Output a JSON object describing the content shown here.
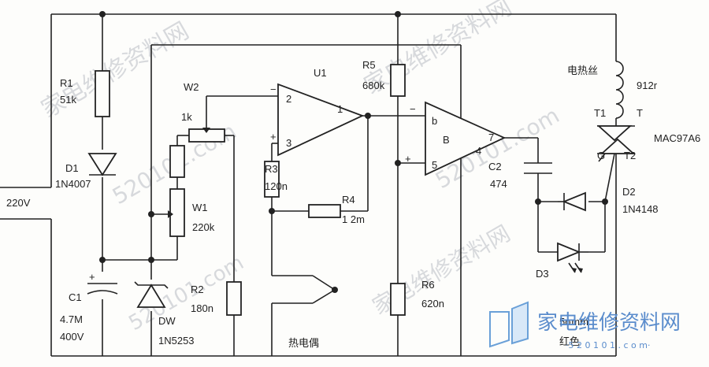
{
  "supply": {
    "voltage": "220V"
  },
  "components": {
    "R1": {
      "ref": "R1",
      "value": "51k"
    },
    "D1": {
      "ref": "D1",
      "value": "1N4007"
    },
    "C1": {
      "ref": "C1",
      "value1": "4.7M",
      "value2": "400V"
    },
    "DW": {
      "ref": "DW",
      "value": "1N5253"
    },
    "W2": {
      "ref": "W2",
      "value": "1k"
    },
    "W1": {
      "ref": "W1",
      "value": "220k"
    },
    "R2": {
      "ref": "R2",
      "value": "180n"
    },
    "U1": {
      "ref": "U1"
    },
    "R3": {
      "ref": "R3",
      "value": "120n"
    },
    "R4": {
      "ref": "R4",
      "value": "1 2m"
    },
    "R5": {
      "ref": "R5",
      "value": "680k"
    },
    "R6": {
      "ref": "R6",
      "value": "620n"
    },
    "U2": {
      "ref": "B",
      "pin_b": "b",
      "pin_5": "5",
      "pin_4": "4",
      "pin_7": "7"
    },
    "C2": {
      "ref": "C2",
      "value": "474"
    },
    "D2": {
      "ref": "D2",
      "value": "1N4148"
    },
    "D3": {
      "ref": "D3",
      "color_line1": "5σmm",
      "color_line2": "红色"
    },
    "heater": {
      "label": "电热丝",
      "value": "912r"
    },
    "triac": {
      "t1": "T1",
      "t": "T",
      "g": "G",
      "t2": "T2",
      "model": "MAC97A6"
    },
    "thermocouple": {
      "label": "热电偶"
    }
  },
  "pins": {
    "u1_minus": "−",
    "u1_2": "2",
    "u1_plus": "+",
    "u1_3": "3",
    "u1_1": "1",
    "u2_minus": "−",
    "u2_plus": "+"
  },
  "watermark": {
    "site_cn": "家电维修资料网",
    "site_url": "·5 2 0 1 0 1 . c o m·"
  }
}
